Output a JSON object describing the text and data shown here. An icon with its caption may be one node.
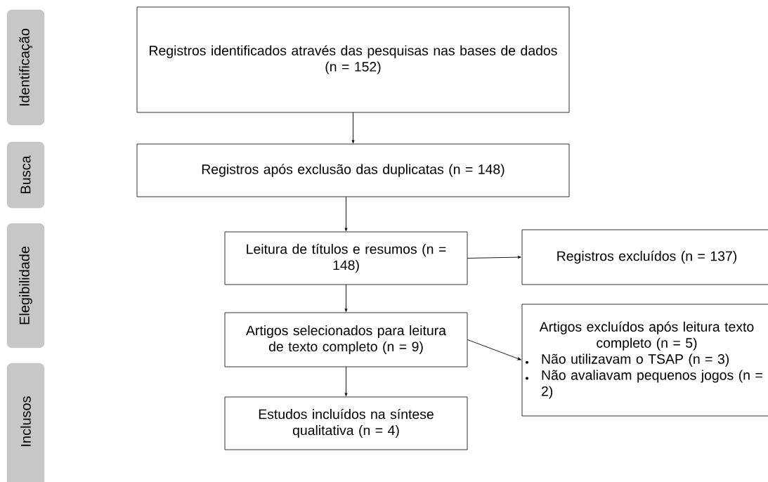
{
  "diagram": {
    "nodes": [
      {
        "text": [
          "Identificação"
        ]
      },
      {
        "text": [
          "Busca"
        ]
      },
      {
        "text": [
          "Elegibilidade"
        ]
      },
      {
        "text": [
          "Inclusos"
        ]
      },
      {
        "text": [
          "Registros identificados através das pesquisas nas bases de dados (n = 152)"
        ]
      },
      {
        "text": [
          "Registros após exclusão das duplicatas (n = 148)"
        ]
      },
      {
        "text": [
          "Leitura de títulos e resumos (n = 148)"
        ]
      },
      {
        "text": [
          "Registros excluídos (n = 137)"
        ]
      },
      {
        "text": [
          "Artigos selecionados para leitura de texto completo (n = 9)"
        ]
      },
      {
        "text": [
          "Artigos excluídos após leitura texto completo (n = 5)",
          "Não utilizavam o TSAP (n = 3)",
          "Não avaliavam pequenos jogos (n = 2)"
        ]
      },
      {
        "text": [
          "Estudos incluídos na síntese qualitativa (n = 4)"
        ]
      }
    ],
    "edges": [
      {
        "from": 4,
        "to": 5,
        "arrow": "to"
      },
      {
        "from": 5,
        "to": 6,
        "arrow": "to"
      },
      {
        "from": 6,
        "to": 7,
        "arrow": "to"
      },
      {
        "from": 6,
        "to": 8,
        "arrow": "to"
      },
      {
        "from": 8,
        "to": 9,
        "arrow": "to"
      },
      {
        "from": 8,
        "to": 10,
        "arrow": "to"
      }
    ]
  }
}
